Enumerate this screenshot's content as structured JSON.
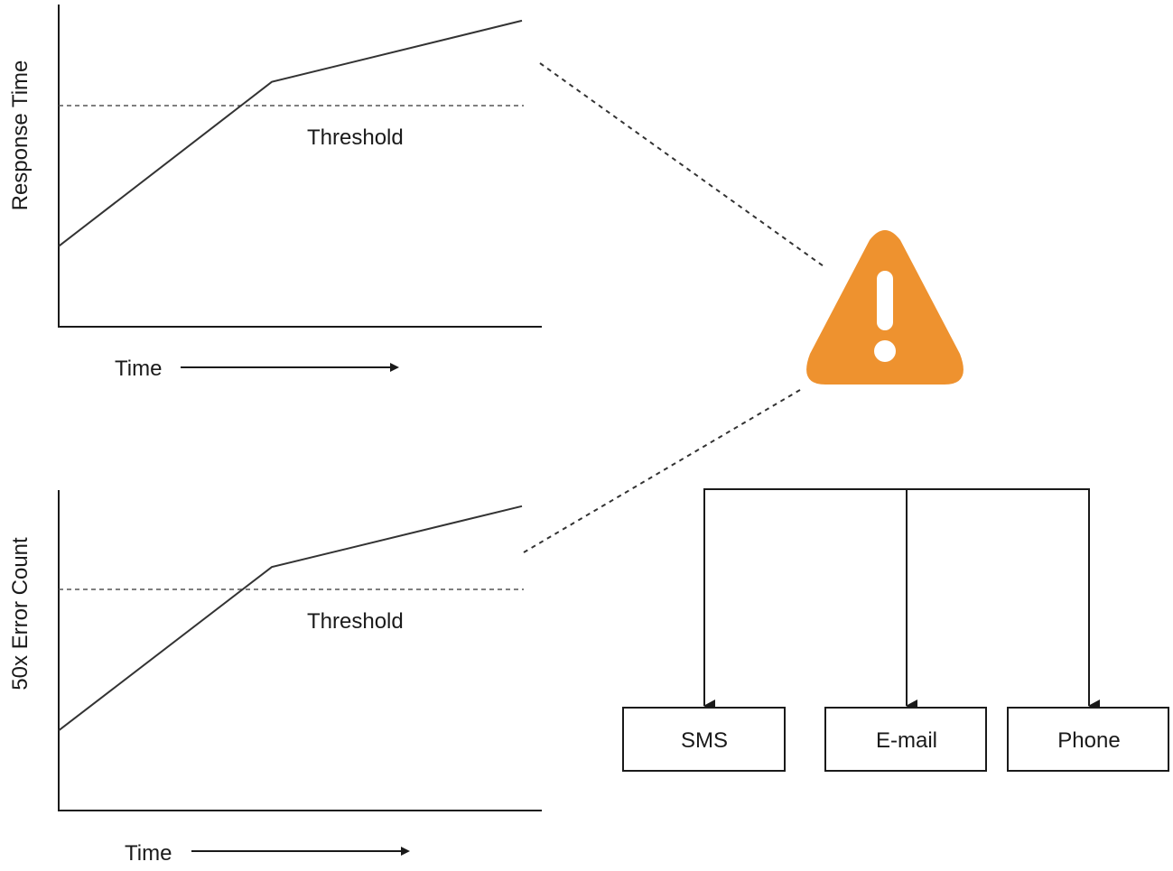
{
  "charts": [
    {
      "ylabel": "Response Time",
      "xlabel": "Time",
      "threshold_label": "Threshold"
    },
    {
      "ylabel": "50x Error Count",
      "xlabel": "Time",
      "threshold_label": "Threshold"
    }
  ],
  "chart_data": [
    {
      "type": "line",
      "title": "",
      "xlabel": "Time",
      "ylabel": "Response Time",
      "x": [
        0,
        0.46,
        1.0
      ],
      "y": [
        0.25,
        0.76,
        0.95
      ],
      "threshold": 0.69,
      "threshold_label": "Threshold",
      "grid": false
    },
    {
      "type": "line",
      "title": "",
      "xlabel": "Time",
      "ylabel": "50x Error Count",
      "x": [
        0,
        0.46,
        1.0
      ],
      "y": [
        0.25,
        0.76,
        0.95
      ],
      "threshold": 0.69,
      "threshold_label": "Threshold",
      "grid": false
    }
  ],
  "alert": {
    "icon": "warning-icon",
    "color": "#ee922f"
  },
  "channels": [
    {
      "label": "SMS"
    },
    {
      "label": "E-mail"
    },
    {
      "label": "Phone"
    }
  ]
}
